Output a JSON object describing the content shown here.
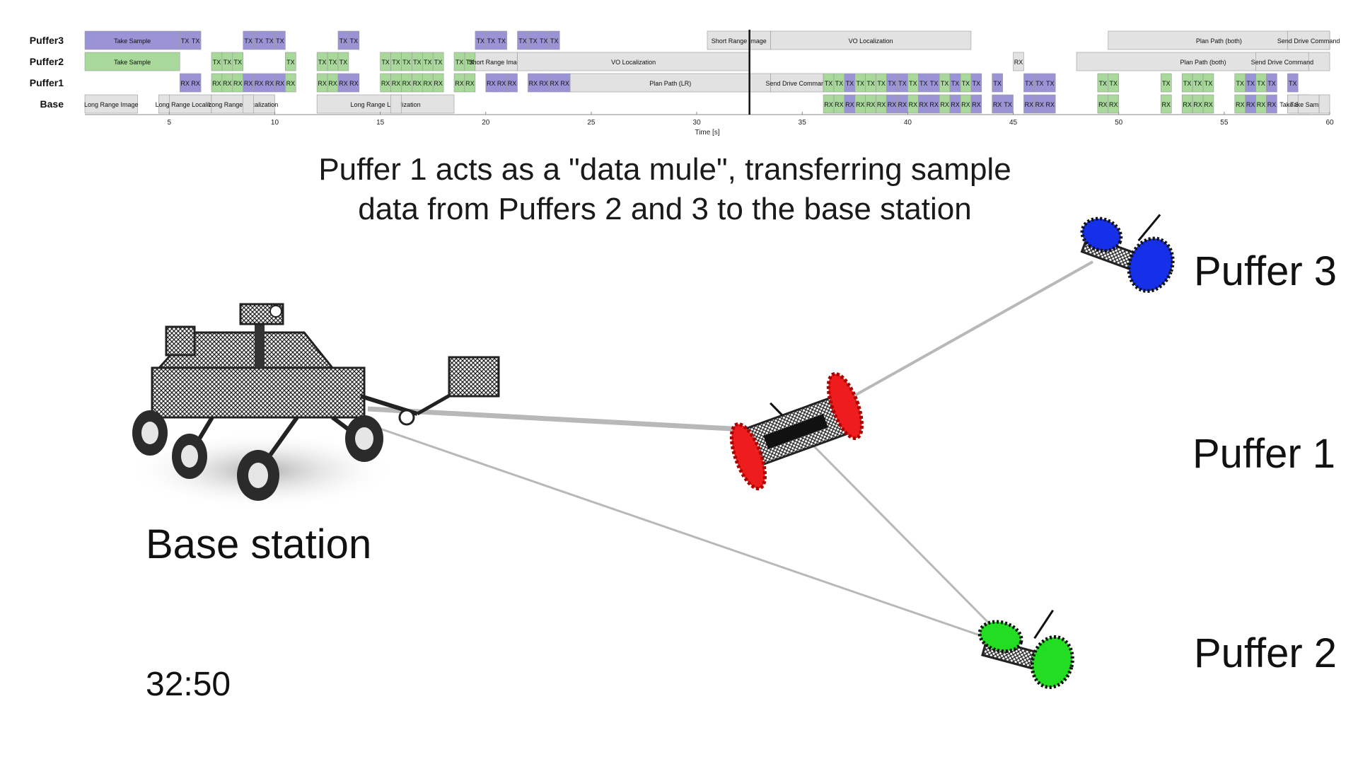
{
  "timeline": {
    "rows": [
      "Puffer3",
      "Puffer2",
      "Puffer1",
      "Base"
    ],
    "x_axis_label": "Time [s]",
    "ticks": [
      "5",
      "10",
      "15",
      "20",
      "25",
      "30",
      "35",
      "40",
      "45",
      "50",
      "55",
      "60"
    ],
    "current_time_s": 32.5,
    "range_s": [
      1,
      60
    ],
    "colors": {
      "tx_rx": "#9a94d6",
      "comm_green": "#a8d99b",
      "task_gray": "#e2e2e2",
      "cursor": "#111111"
    },
    "segments": [
      {
        "row": 0,
        "start": 1.0,
        "end": 5.5,
        "label": "Take Sample",
        "color": "tx_rx"
      },
      {
        "row": 0,
        "start": 5.5,
        "end": 6.0,
        "label": "TX",
        "color": "tx_rx"
      },
      {
        "row": 0,
        "start": 6.0,
        "end": 6.5,
        "label": "TX",
        "color": "tx_rx"
      },
      {
        "row": 0,
        "start": 8.5,
        "end": 9.0,
        "label": "TX",
        "color": "tx_rx"
      },
      {
        "row": 0,
        "start": 9.0,
        "end": 9.5,
        "label": "TX",
        "color": "tx_rx"
      },
      {
        "row": 0,
        "start": 9.5,
        "end": 10.0,
        "label": "TX",
        "color": "tx_rx"
      },
      {
        "row": 0,
        "start": 10.0,
        "end": 10.5,
        "label": "TX",
        "color": "tx_rx"
      },
      {
        "row": 0,
        "start": 13.0,
        "end": 13.5,
        "label": "TX",
        "color": "tx_rx"
      },
      {
        "row": 0,
        "start": 13.5,
        "end": 14.0,
        "label": "TX",
        "color": "tx_rx"
      },
      {
        "row": 0,
        "start": 19.5,
        "end": 20.0,
        "label": "TX",
        "color": "tx_rx"
      },
      {
        "row": 0,
        "start": 20.0,
        "end": 20.5,
        "label": "TX",
        "color": "tx_rx"
      },
      {
        "row": 0,
        "start": 20.5,
        "end": 21.0,
        "label": "TX",
        "color": "tx_rx"
      },
      {
        "row": 0,
        "start": 21.5,
        "end": 22.0,
        "label": "TX",
        "color": "tx_rx"
      },
      {
        "row": 0,
        "start": 22.0,
        "end": 22.5,
        "label": "TX",
        "color": "tx_rx"
      },
      {
        "row": 0,
        "start": 22.5,
        "end": 23.0,
        "label": "TX",
        "color": "tx_rx"
      },
      {
        "row": 0,
        "start": 23.0,
        "end": 23.5,
        "label": "TX",
        "color": "tx_rx"
      },
      {
        "row": 0,
        "start": 30.5,
        "end": 33.5,
        "label": "Short Range Image",
        "color": "task_gray"
      },
      {
        "row": 0,
        "start": 33.5,
        "end": 43.0,
        "label": "VO Localization",
        "color": "task_gray"
      },
      {
        "row": 0,
        "start": 49.5,
        "end": 60.0,
        "label": "Plan Path (both)",
        "color": "task_gray"
      },
      {
        "row": 0,
        "start": 58.0,
        "end": 60.0,
        "label": "Send Drive Command",
        "color": "task_gray"
      },
      {
        "row": 1,
        "start": 1.0,
        "end": 5.5,
        "label": "Take Sample",
        "color": "comm_green"
      },
      {
        "row": 1,
        "start": 7.0,
        "end": 7.5,
        "label": "TX",
        "color": "comm_green"
      },
      {
        "row": 1,
        "start": 7.5,
        "end": 8.0,
        "label": "TX",
        "color": "comm_green"
      },
      {
        "row": 1,
        "start": 8.0,
        "end": 8.5,
        "label": "TX",
        "color": "comm_green"
      },
      {
        "row": 1,
        "start": 10.5,
        "end": 11.0,
        "label": "TX",
        "color": "comm_green"
      },
      {
        "row": 1,
        "start": 12.0,
        "end": 12.5,
        "label": "TX",
        "color": "comm_green"
      },
      {
        "row": 1,
        "start": 12.5,
        "end": 13.0,
        "label": "TX",
        "color": "comm_green"
      },
      {
        "row": 1,
        "start": 13.0,
        "end": 13.5,
        "label": "TX",
        "color": "comm_green"
      },
      {
        "row": 1,
        "start": 15.0,
        "end": 15.5,
        "label": "TX",
        "color": "comm_green"
      },
      {
        "row": 1,
        "start": 15.5,
        "end": 16.0,
        "label": "TX",
        "color": "comm_green"
      },
      {
        "row": 1,
        "start": 16.0,
        "end": 16.5,
        "label": "TX",
        "color": "comm_green"
      },
      {
        "row": 1,
        "start": 16.5,
        "end": 17.0,
        "label": "TX",
        "color": "comm_green"
      },
      {
        "row": 1,
        "start": 17.0,
        "end": 17.5,
        "label": "TX",
        "color": "comm_green"
      },
      {
        "row": 1,
        "start": 17.5,
        "end": 18.0,
        "label": "TX",
        "color": "comm_green"
      },
      {
        "row": 1,
        "start": 18.5,
        "end": 19.0,
        "label": "TX",
        "color": "comm_green"
      },
      {
        "row": 1,
        "start": 19.0,
        "end": 19.5,
        "label": "TX",
        "color": "comm_green"
      },
      {
        "row": 1,
        "start": 19.5,
        "end": 21.5,
        "label": "Short Range Image",
        "color": "task_gray"
      },
      {
        "row": 1,
        "start": 21.5,
        "end": 32.5,
        "label": "VO Localization",
        "color": "task_gray"
      },
      {
        "row": 1,
        "start": 45.0,
        "end": 45.5,
        "label": "RX",
        "color": "task_gray"
      },
      {
        "row": 1,
        "start": 48.0,
        "end": 60.0,
        "label": "Plan Path (both)",
        "color": "task_gray"
      },
      {
        "row": 1,
        "start": 56.5,
        "end": 59.0,
        "label": "Send Drive Command",
        "color": "task_gray"
      },
      {
        "row": 2,
        "start": 5.5,
        "end": 6.0,
        "label": "RX",
        "color": "tx_rx"
      },
      {
        "row": 2,
        "start": 6.0,
        "end": 6.5,
        "label": "RX",
        "color": "tx_rx"
      },
      {
        "row": 2,
        "start": 7.0,
        "end": 7.5,
        "label": "RX",
        "color": "comm_green"
      },
      {
        "row": 2,
        "start": 7.5,
        "end": 8.0,
        "label": "RX",
        "color": "comm_green"
      },
      {
        "row": 2,
        "start": 8.0,
        "end": 8.5,
        "label": "RX",
        "color": "comm_green"
      },
      {
        "row": 2,
        "start": 8.5,
        "end": 9.0,
        "label": "RX",
        "color": "tx_rx"
      },
      {
        "row": 2,
        "start": 9.0,
        "end": 9.5,
        "label": "RX",
        "color": "tx_rx"
      },
      {
        "row": 2,
        "start": 9.5,
        "end": 10.0,
        "label": "RX",
        "color": "tx_rx"
      },
      {
        "row": 2,
        "start": 10.0,
        "end": 10.5,
        "label": "RX",
        "color": "tx_rx"
      },
      {
        "row": 2,
        "start": 10.5,
        "end": 11.0,
        "label": "RX",
        "color": "comm_green"
      },
      {
        "row": 2,
        "start": 12.0,
        "end": 12.5,
        "label": "RX",
        "color": "comm_green"
      },
      {
        "row": 2,
        "start": 12.5,
        "end": 13.0,
        "label": "RX",
        "color": "comm_green"
      },
      {
        "row": 2,
        "start": 13.0,
        "end": 13.5,
        "label": "RX",
        "color": "tx_rx"
      },
      {
        "row": 2,
        "start": 13.5,
        "end": 14.0,
        "label": "RX",
        "color": "tx_rx"
      },
      {
        "row": 2,
        "start": 15.0,
        "end": 15.5,
        "label": "RX",
        "color": "comm_green"
      },
      {
        "row": 2,
        "start": 15.5,
        "end": 16.0,
        "label": "RX",
        "color": "comm_green"
      },
      {
        "row": 2,
        "start": 16.0,
        "end": 16.5,
        "label": "RX",
        "color": "comm_green"
      },
      {
        "row": 2,
        "start": 16.5,
        "end": 17.0,
        "label": "RX",
        "color": "comm_green"
      },
      {
        "row": 2,
        "start": 17.0,
        "end": 17.5,
        "label": "RX",
        "color": "comm_green"
      },
      {
        "row": 2,
        "start": 17.5,
        "end": 18.0,
        "label": "RX",
        "color": "comm_green"
      },
      {
        "row": 2,
        "start": 18.5,
        "end": 19.0,
        "label": "RX",
        "color": "comm_green"
      },
      {
        "row": 2,
        "start": 19.0,
        "end": 19.5,
        "label": "RX",
        "color": "comm_green"
      },
      {
        "row": 2,
        "start": 20.0,
        "end": 20.5,
        "label": "RX",
        "color": "tx_rx"
      },
      {
        "row": 2,
        "start": 20.5,
        "end": 21.0,
        "label": "RX",
        "color": "tx_rx"
      },
      {
        "row": 2,
        "start": 21.0,
        "end": 21.5,
        "label": "RX",
        "color": "tx_rx"
      },
      {
        "row": 2,
        "start": 22.0,
        "end": 22.5,
        "label": "RX",
        "color": "tx_rx"
      },
      {
        "row": 2,
        "start": 22.5,
        "end": 23.0,
        "label": "RX",
        "color": "tx_rx"
      },
      {
        "row": 2,
        "start": 23.0,
        "end": 23.5,
        "label": "RX",
        "color": "tx_rx"
      },
      {
        "row": 2,
        "start": 23.5,
        "end": 24.0,
        "label": "RX",
        "color": "tx_rx"
      },
      {
        "row": 2,
        "start": 24.0,
        "end": 33.5,
        "label": "Plan Path (LR)",
        "color": "task_gray"
      },
      {
        "row": 2,
        "start": 33.5,
        "end": 36.0,
        "label": "Send Drive Command",
        "color": "task_gray"
      },
      {
        "row": 2,
        "start": 36.0,
        "end": 36.5,
        "label": "TX",
        "color": "comm_green"
      },
      {
        "row": 2,
        "start": 36.5,
        "end": 37.0,
        "label": "TX",
        "color": "comm_green"
      },
      {
        "row": 2,
        "start": 37.0,
        "end": 37.5,
        "label": "TX",
        "color": "tx_rx"
      },
      {
        "row": 2,
        "start": 37.5,
        "end": 38.0,
        "label": "TX",
        "color": "comm_green"
      },
      {
        "row": 2,
        "start": 38.0,
        "end": 38.5,
        "label": "TX",
        "color": "comm_green"
      },
      {
        "row": 2,
        "start": 38.5,
        "end": 39.0,
        "label": "TX",
        "color": "comm_green"
      },
      {
        "row": 2,
        "start": 39.0,
        "end": 39.5,
        "label": "TX",
        "color": "tx_rx"
      },
      {
        "row": 2,
        "start": 39.5,
        "end": 40.0,
        "label": "TX",
        "color": "tx_rx"
      },
      {
        "row": 2,
        "start": 40.0,
        "end": 40.5,
        "label": "TX",
        "color": "comm_green"
      },
      {
        "row": 2,
        "start": 40.5,
        "end": 41.0,
        "label": "TX",
        "color": "tx_rx"
      },
      {
        "row": 2,
        "start": 41.0,
        "end": 41.5,
        "label": "TX",
        "color": "tx_rx"
      },
      {
        "row": 2,
        "start": 41.5,
        "end": 42.0,
        "label": "TX",
        "color": "comm_green"
      },
      {
        "row": 2,
        "start": 42.0,
        "end": 42.5,
        "label": "TX",
        "color": "tx_rx"
      },
      {
        "row": 2,
        "start": 42.5,
        "end": 43.0,
        "label": "TX",
        "color": "comm_green"
      },
      {
        "row": 2,
        "start": 43.0,
        "end": 43.5,
        "label": "TX",
        "color": "tx_rx"
      },
      {
        "row": 2,
        "start": 44.0,
        "end": 44.5,
        "label": "TX",
        "color": "tx_rx"
      },
      {
        "row": 2,
        "start": 45.5,
        "end": 46.0,
        "label": "TX",
        "color": "tx_rx"
      },
      {
        "row": 2,
        "start": 46.0,
        "end": 46.5,
        "label": "TX",
        "color": "tx_rx"
      },
      {
        "row": 2,
        "start": 46.5,
        "end": 47.0,
        "label": "TX",
        "color": "tx_rx"
      },
      {
        "row": 2,
        "start": 49.0,
        "end": 49.5,
        "label": "TX",
        "color": "comm_green"
      },
      {
        "row": 2,
        "start": 49.5,
        "end": 50.0,
        "label": "TX",
        "color": "comm_green"
      },
      {
        "row": 2,
        "start": 52.0,
        "end": 52.5,
        "label": "TX",
        "color": "comm_green"
      },
      {
        "row": 2,
        "start": 53.0,
        "end": 53.5,
        "label": "TX",
        "color": "comm_green"
      },
      {
        "row": 2,
        "start": 53.5,
        "end": 54.0,
        "label": "TX",
        "color": "comm_green"
      },
      {
        "row": 2,
        "start": 54.0,
        "end": 54.5,
        "label": "TX",
        "color": "comm_green"
      },
      {
        "row": 2,
        "start": 55.5,
        "end": 56.0,
        "label": "TX",
        "color": "comm_green"
      },
      {
        "row": 2,
        "start": 56.0,
        "end": 56.5,
        "label": "TX",
        "color": "tx_rx"
      },
      {
        "row": 2,
        "start": 56.5,
        "end": 57.0,
        "label": "TX",
        "color": "comm_green"
      },
      {
        "row": 2,
        "start": 57.0,
        "end": 57.5,
        "label": "TX",
        "color": "tx_rx"
      },
      {
        "row": 2,
        "start": 58.0,
        "end": 58.5,
        "label": "TX",
        "color": "tx_rx"
      },
      {
        "row": 3,
        "start": 1.0,
        "end": 3.5,
        "label": "Long Range Image",
        "color": "task_gray"
      },
      {
        "row": 3,
        "start": 4.5,
        "end": 5.0,
        "label": "",
        "color": "task_gray"
      },
      {
        "row": 3,
        "start": 5.0,
        "end": 7.0,
        "label": "Long Range Localization",
        "color": "task_gray"
      },
      {
        "row": 3,
        "start": 7.0,
        "end": 10.0,
        "label": "Long Range Localization",
        "color": "task_gray"
      },
      {
        "row": 3,
        "start": 8.5,
        "end": 9.0,
        "label": "",
        "color": "task_gray"
      },
      {
        "row": 3,
        "start": 12.0,
        "end": 18.5,
        "label": "Long Range Localization",
        "color": "task_gray"
      },
      {
        "row": 3,
        "start": 15.5,
        "end": 16.0,
        "label": "",
        "color": "task_gray"
      },
      {
        "row": 3,
        "start": 36.0,
        "end": 36.5,
        "label": "RX",
        "color": "comm_green"
      },
      {
        "row": 3,
        "start": 36.5,
        "end": 37.0,
        "label": "RX",
        "color": "comm_green"
      },
      {
        "row": 3,
        "start": 37.0,
        "end": 37.5,
        "label": "RX",
        "color": "tx_rx"
      },
      {
        "row": 3,
        "start": 37.5,
        "end": 38.0,
        "label": "RX",
        "color": "comm_green"
      },
      {
        "row": 3,
        "start": 38.0,
        "end": 38.5,
        "label": "RX",
        "color": "comm_green"
      },
      {
        "row": 3,
        "start": 38.5,
        "end": 39.0,
        "label": "RX",
        "color": "comm_green"
      },
      {
        "row": 3,
        "start": 39.0,
        "end": 39.5,
        "label": "RX",
        "color": "tx_rx"
      },
      {
        "row": 3,
        "start": 39.5,
        "end": 40.0,
        "label": "RX",
        "color": "tx_rx"
      },
      {
        "row": 3,
        "start": 40.0,
        "end": 40.5,
        "label": "RX",
        "color": "comm_green"
      },
      {
        "row": 3,
        "start": 40.5,
        "end": 41.0,
        "label": "RX",
        "color": "tx_rx"
      },
      {
        "row": 3,
        "start": 41.0,
        "end": 41.5,
        "label": "RX",
        "color": "tx_rx"
      },
      {
        "row": 3,
        "start": 41.5,
        "end": 42.0,
        "label": "RX",
        "color": "comm_green"
      },
      {
        "row": 3,
        "start": 42.0,
        "end": 42.5,
        "label": "RX",
        "color": "tx_rx"
      },
      {
        "row": 3,
        "start": 42.5,
        "end": 43.0,
        "label": "RX",
        "color": "comm_green"
      },
      {
        "row": 3,
        "start": 43.0,
        "end": 43.5,
        "label": "RX",
        "color": "tx_rx"
      },
      {
        "row": 3,
        "start": 44.0,
        "end": 44.5,
        "label": "RX",
        "color": "tx_rx"
      },
      {
        "row": 3,
        "start": 44.5,
        "end": 45.0,
        "label": "TX",
        "color": "tx_rx"
      },
      {
        "row": 3,
        "start": 45.5,
        "end": 46.0,
        "label": "RX",
        "color": "tx_rx"
      },
      {
        "row": 3,
        "start": 46.0,
        "end": 46.5,
        "label": "RX",
        "color": "tx_rx"
      },
      {
        "row": 3,
        "start": 46.5,
        "end": 47.0,
        "label": "RX",
        "color": "tx_rx"
      },
      {
        "row": 3,
        "start": 49.0,
        "end": 49.5,
        "label": "RX",
        "color": "comm_green"
      },
      {
        "row": 3,
        "start": 49.5,
        "end": 50.0,
        "label": "RX",
        "color": "comm_green"
      },
      {
        "row": 3,
        "start": 52.0,
        "end": 52.5,
        "label": "RX",
        "color": "comm_green"
      },
      {
        "row": 3,
        "start": 53.0,
        "end": 53.5,
        "label": "RX",
        "color": "comm_green"
      },
      {
        "row": 3,
        "start": 53.5,
        "end": 54.0,
        "label": "RX",
        "color": "comm_green"
      },
      {
        "row": 3,
        "start": 54.0,
        "end": 54.5,
        "label": "RX",
        "color": "comm_green"
      },
      {
        "row": 3,
        "start": 55.5,
        "end": 56.0,
        "label": "RX",
        "color": "comm_green"
      },
      {
        "row": 3,
        "start": 56.0,
        "end": 56.5,
        "label": "RX",
        "color": "tx_rx"
      },
      {
        "row": 3,
        "start": 56.5,
        "end": 57.0,
        "label": "RX",
        "color": "comm_green"
      },
      {
        "row": 3,
        "start": 57.0,
        "end": 57.5,
        "label": "RX",
        "color": "tx_rx"
      },
      {
        "row": 3,
        "start": 58.0,
        "end": 59.0,
        "label": "Take Sample",
        "color": "task_gray"
      },
      {
        "row": 3,
        "start": 58.5,
        "end": 59.5,
        "label": "Take Sample",
        "color": "task_gray"
      },
      {
        "row": 3,
        "start": 59.5,
        "end": 60.0,
        "label": "",
        "color": "task_gray"
      }
    ]
  },
  "caption": {
    "line1": "Puffer 1 acts as a \"data mule\", transferring sample",
    "line2": "data from Puffers 2 and 3 to the base station"
  },
  "labels": {
    "puffer3": "Puffer 3",
    "puffer1": "Puffer 1",
    "puffer2": "Puffer 2",
    "base": "Base station"
  },
  "clock": "32:50",
  "colors": {
    "puffer3_wheel": "#1530e8",
    "puffer1_wheel": "#ee1c1c",
    "puffer2_wheel": "#22dd22",
    "link": "#b8b8b8",
    "rover_body": "#2b2b2b"
  }
}
